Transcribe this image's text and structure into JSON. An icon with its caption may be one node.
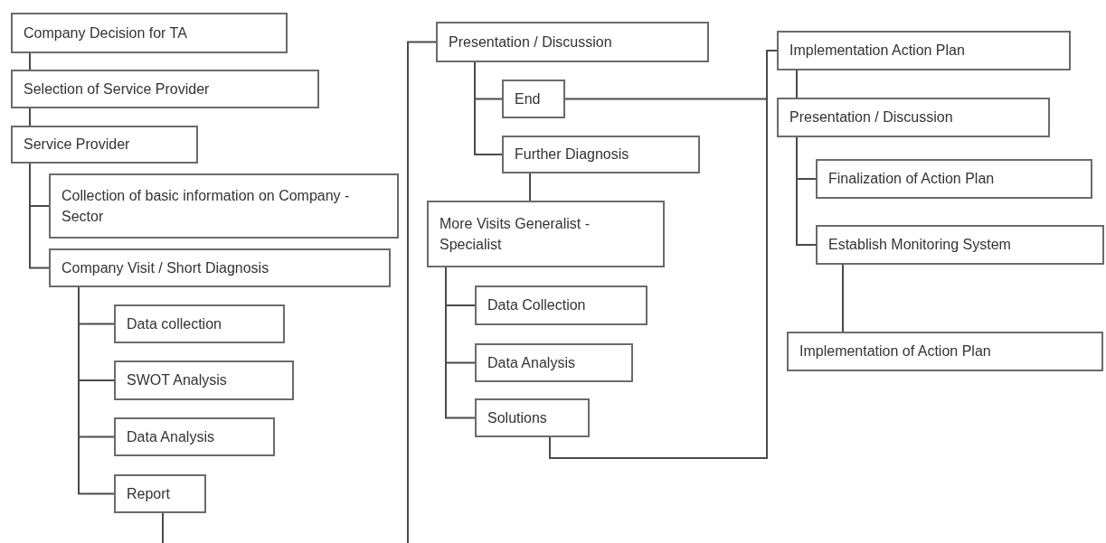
{
  "diagram": {
    "nodes": [
      {
        "text": [
          "Company Decision for TA"
        ]
      },
      {
        "text": [
          "Selection of Service Provider"
        ]
      },
      {
        "text": [
          "Service Provider"
        ]
      },
      {
        "text": [
          "Collection of basic information on Company - Sector"
        ]
      },
      {
        "text": [
          "Company Visit / Short Diagnosis"
        ]
      },
      {
        "text": [
          "Data collection"
        ]
      },
      {
        "text": [
          "SWOT Analysis"
        ]
      },
      {
        "text": [
          "Data Analysis"
        ]
      },
      {
        "text": [
          "Report"
        ]
      },
      {
        "text": [
          "Presentation / Discussion"
        ]
      },
      {
        "text": [
          "End"
        ]
      },
      {
        "text": [
          "Further Diagnosis"
        ]
      },
      {
        "text": [
          "More Visits Generalist - Specialist"
        ]
      },
      {
        "text": [
          "Data Collection"
        ]
      },
      {
        "text": [
          "Data Analysis"
        ]
      },
      {
        "text": [
          "Solutions"
        ]
      },
      {
        "text": [
          "Implementation Action Plan"
        ]
      },
      {
        "text": [
          "Presentation / Discussion"
        ]
      },
      {
        "text": [
          "Finalization of Action Plan"
        ]
      },
      {
        "text": [
          "Establish Monitoring System"
        ]
      },
      {
        "text": [
          "Implementation of Action Plan"
        ]
      }
    ],
    "edges": [
      {
        "from": 0,
        "to": 1,
        "arrow": "none"
      },
      {
        "from": 1,
        "to": 2,
        "arrow": "none"
      },
      {
        "from": 2,
        "to": 3,
        "arrow": "none"
      },
      {
        "from": 2,
        "to": 4,
        "arrow": "none"
      },
      {
        "from": 4,
        "to": 5,
        "arrow": "none"
      },
      {
        "from": 4,
        "to": 6,
        "arrow": "none"
      },
      {
        "from": 4,
        "to": 7,
        "arrow": "none"
      },
      {
        "from": 4,
        "to": 8,
        "arrow": "none"
      },
      {
        "from": 8,
        "to": null,
        "arrow": "none"
      },
      {
        "from": null,
        "to": 9,
        "arrow": "none"
      },
      {
        "from": 9,
        "to": 10,
        "arrow": "none"
      },
      {
        "from": 9,
        "to": 11,
        "arrow": "none"
      },
      {
        "from": 11,
        "to": 12,
        "arrow": "none"
      },
      {
        "from": 12,
        "to": 13,
        "arrow": "none"
      },
      {
        "from": 12,
        "to": 14,
        "arrow": "none"
      },
      {
        "from": 12,
        "to": 15,
        "arrow": "none"
      },
      {
        "from": 10,
        "to": 16,
        "arrow": "none"
      },
      {
        "from": 15,
        "to": 16,
        "arrow": "none"
      },
      {
        "from": 16,
        "to": 17,
        "arrow": "none"
      },
      {
        "from": 17,
        "to": 18,
        "arrow": "none"
      },
      {
        "from": 17,
        "to": 19,
        "arrow": "none"
      },
      {
        "from": 19,
        "to": 20,
        "arrow": "none"
      }
    ]
  }
}
